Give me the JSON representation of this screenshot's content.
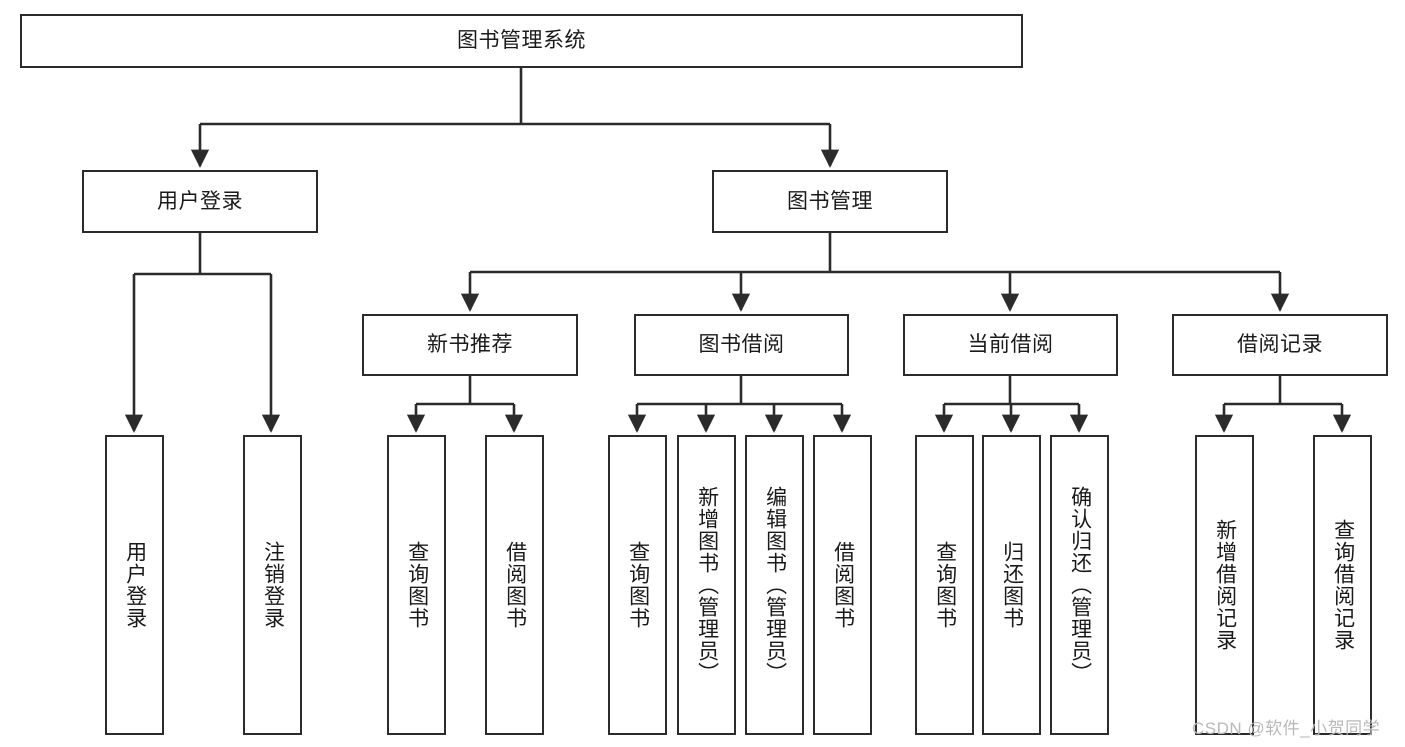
{
  "diagram": {
    "title": "图书管理系统",
    "type": "tree",
    "nodes": {
      "root": {
        "label": "图书管理系统"
      },
      "level2": [
        {
          "id": "user-login",
          "label": "用户登录"
        },
        {
          "id": "book-manage",
          "label": "图书管理"
        }
      ],
      "level3": [
        {
          "id": "new-book-recommend",
          "label": "新书推荐"
        },
        {
          "id": "book-borrow",
          "label": "图书借阅"
        },
        {
          "id": "current-borrow",
          "label": "当前借阅"
        },
        {
          "id": "borrow-record",
          "label": "借阅记录"
        }
      ],
      "leaves": {
        "user_login": [
          {
            "id": "leaf-user-login",
            "label": "用户登录"
          },
          {
            "id": "leaf-logout-login",
            "label": "注销登录"
          }
        ],
        "new_book_recommend": [
          {
            "id": "leaf-query-book-1",
            "label": "查询图书"
          },
          {
            "id": "leaf-borrow-book-1",
            "label": "借阅图书"
          }
        ],
        "book_borrow": [
          {
            "id": "leaf-query-book-2",
            "label": "查询图书"
          },
          {
            "id": "leaf-add-book",
            "label": "新增图书（管理员）"
          },
          {
            "id": "leaf-edit-book",
            "label": "编辑图书（管理员）"
          },
          {
            "id": "leaf-borrow-book-2",
            "label": "借阅图书"
          }
        ],
        "current_borrow": [
          {
            "id": "leaf-query-book-3",
            "label": "查询图书"
          },
          {
            "id": "leaf-return-book",
            "label": "归还图书"
          },
          {
            "id": "leaf-confirm-return",
            "label": "确认归还（管理员）"
          }
        ],
        "borrow_record": [
          {
            "id": "leaf-add-record",
            "label": "新增借阅记录"
          },
          {
            "id": "leaf-query-record",
            "label": "查询借阅记录"
          }
        ]
      }
    },
    "colors": {
      "stroke": "#2b2b2b",
      "fill": "#ffffff",
      "text": "#1a1a1a",
      "watermark": "#b9b9b9"
    }
  },
  "watermark": {
    "text": "CSDN @软件_小贺同学"
  }
}
